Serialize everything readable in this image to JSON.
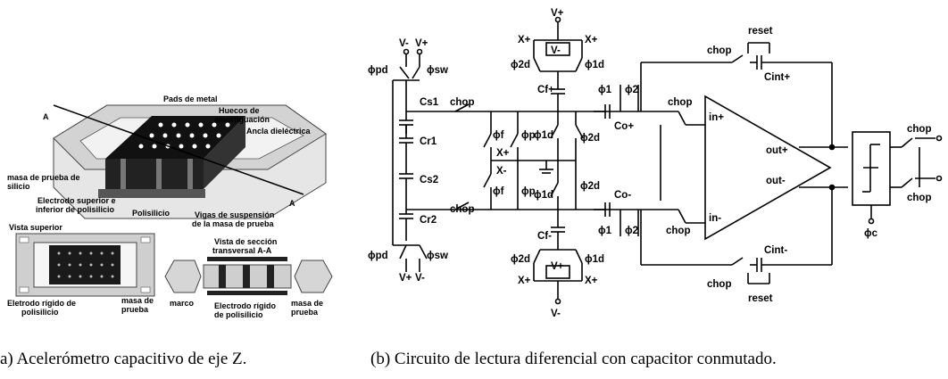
{
  "figure_a": {
    "caption": "a)  Acelerómetro capacitivo de eje Z.",
    "labels": {
      "section_a_left": "A",
      "section_a_right": "A",
      "pads": "Pads de metal",
      "huecos_1": "Huecos de",
      "huecos_2": "amortiguación",
      "ancla": "Ancla dieléctrica",
      "masa_1": "masa de prueba de",
      "masa_2": "silicio",
      "electrodo_1": "Electrodo superior e",
      "electrodo_2": "inferior de polisilicio",
      "polisilicio": "Polisilicio",
      "vigas_1": "Vigas de suspensión",
      "vigas_2": "de la masa de prueba",
      "vista_superior": "Vista superior",
      "seccion_1": "Vista de sección",
      "seccion_2": "transversal A-A",
      "eletrodo_1": "Eletrodo rígido de",
      "eletrodo_2": "polisilicio",
      "masa_top_1": "masa de",
      "masa_top_2": "prueba",
      "marco": "marco",
      "electrodo_sec_1": "Electrodo rígido",
      "electrodo_sec_2": "de polisilicio",
      "masa_sec_1": "masa de",
      "masa_sec_2": "prueba"
    }
  },
  "figure_b": {
    "caption": "(b)  Circuito de lectura diferencial con capacitor conmutado.",
    "labels": {
      "v_plus": "V+",
      "v_minus": "V-",
      "phi_pd": "ϕpd",
      "phi_sw": "ϕsw",
      "cs1": "Cs1",
      "cr1": "Cr1",
      "cs2": "Cs2",
      "cr2": "Cr2",
      "chop": "chop",
      "phi_f": "ϕf",
      "phi_p": "ϕp",
      "x_plus": "X+",
      "x_minus": "X-",
      "phi_1d": "ϕ1d",
      "phi_2d": "ϕ2d",
      "phi_1": "ϕ1",
      "phi_2": "ϕ2",
      "cf_plus": "Cf+",
      "cf_minus": "Cf-",
      "co_plus": "Co+",
      "co_minus": "Co-",
      "cint_plus": "Cint+",
      "cint_minus": "Cint-",
      "reset": "reset",
      "in_plus": "in+",
      "in_minus": "in-",
      "out_plus": "out+",
      "out_minus": "out-",
      "phi_c": "ϕc"
    }
  }
}
